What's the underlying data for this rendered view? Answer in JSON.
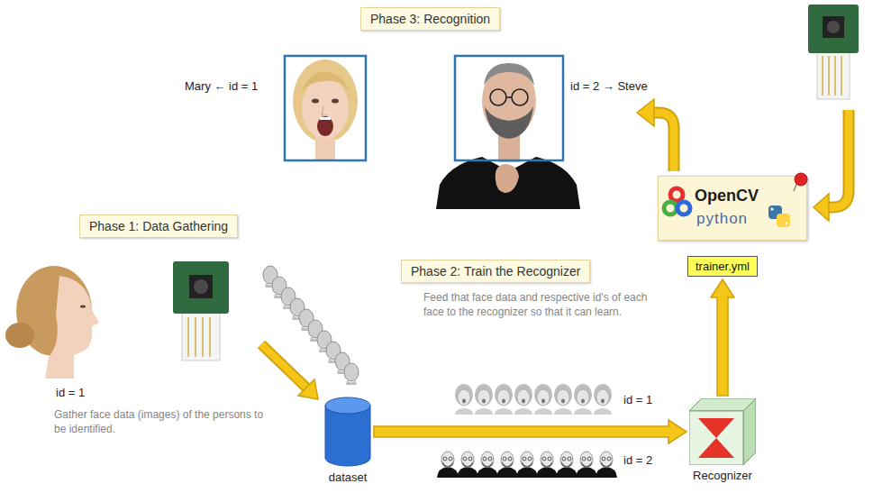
{
  "diagram": {
    "nodes": [
      {
        "text": [
          "Phase 3: Recognition"
        ]
      },
      {
        "text": [
          "Phase 1: Data Gathering"
        ]
      },
      {
        "text": [
          "Phase 2: Train the Recognizer"
        ]
      },
      {
        "text": [
          "dataset"
        ]
      },
      {
        "text": [
          "Recognizer"
        ]
      },
      {
        "text": [
          "trainer.yml"
        ]
      },
      {
        "text": [
          "OpenCV",
          "python"
        ]
      }
    ],
    "edges": [
      {
        "from": 3,
        "to": 4,
        "arrow": "to"
      },
      {
        "from": 4,
        "to": 5,
        "arrow": "to"
      }
    ],
    "labels": [
      "Mary ← id = 1",
      "id = 2 → Steve",
      "id = 1",
      "Gather face data (images) of the persons to be identified.",
      "Feed that face data and respective id's of each face to the recognizer so that it can learn.",
      "id = 1",
      "id = 2"
    ]
  }
}
